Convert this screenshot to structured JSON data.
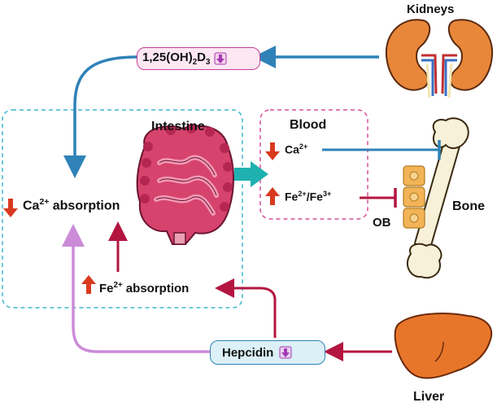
{
  "labels": {
    "kidneys": "Kidneys",
    "vitd_base": "1,25(OH)",
    "vitd_sub": "2",
    "vitd_mid": "D",
    "vitd_sub2": "3",
    "intestine": "Intestine",
    "blood": "Blood",
    "blood_ca_base": "Ca",
    "blood_ca_sup": "2+",
    "blood_fe_base1": "Fe",
    "blood_fe_sup1": "2+",
    "blood_fe_sep": "/Fe",
    "blood_fe_sup2": "3+",
    "bone": "Bone",
    "ob": "OB",
    "ca_abs_base": "Ca",
    "ca_abs_sup": "2+",
    "ca_abs_rest": " absorption",
    "fe_abs_base": "Fe",
    "fe_abs_sup": "2+",
    "fe_abs_rest": " absorption",
    "hepcidin": "Hepcidin",
    "liver": "Liver"
  },
  "colors": {
    "blue_arrow": "#2f82b8",
    "teal_arrow": "#1fb1b0",
    "crimson_arrow": "#b3153f",
    "violet_arrow": "#cc8bd8",
    "up_arrow": "#d93a1f",
    "down_arrow": "#d93a1f",
    "purple_down": "#a43ab0",
    "intestine_box": "#3bb7c9",
    "blood_box": "#d84f98",
    "vitd_box_border": "#c2409a",
    "vitd_box_fill": "#fde7f3",
    "hepcidin_box_border": "#2f82b8",
    "hepcidin_box_fill": "#dcf0f7",
    "kidney": "#e8873a",
    "liver": "#e8762a",
    "bone": "#f6f1d8",
    "ob_cell": "#f3b457",
    "intestine_organ": "#d6436d"
  },
  "icons": {
    "kidneys": "kidneys-icon",
    "intestine": "intestine-icon",
    "bone": "bone-icon",
    "osteoblasts": "osteoblast-cells-icon",
    "liver": "liver-icon"
  }
}
